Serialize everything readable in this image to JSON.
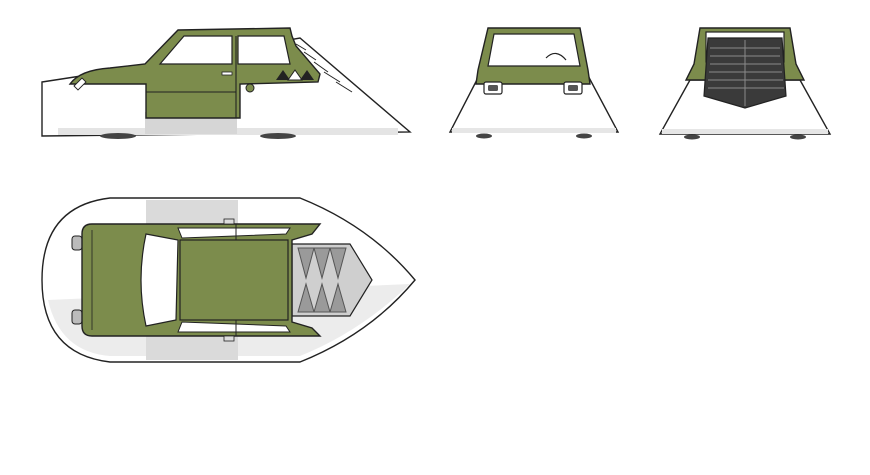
{
  "colors": {
    "body": "#7c8c4c",
    "body_dark": "#6c7c40",
    "outline": "#222222",
    "shell": "#ffffff",
    "shell_shadow": "#e8e8e8",
    "glass": "#ffffff",
    "vent_dark": "#3a3a3a",
    "vent_light": "#cfcfcf",
    "background": "#ffffff"
  },
  "views": [
    {
      "name": "side-view"
    },
    {
      "name": "front-view"
    },
    {
      "name": "rear-view"
    },
    {
      "name": "top-view"
    }
  ],
  "icons": [
    "badge-triangle-icon",
    "badge-triangle-icon",
    "badge-triangle-icon"
  ]
}
